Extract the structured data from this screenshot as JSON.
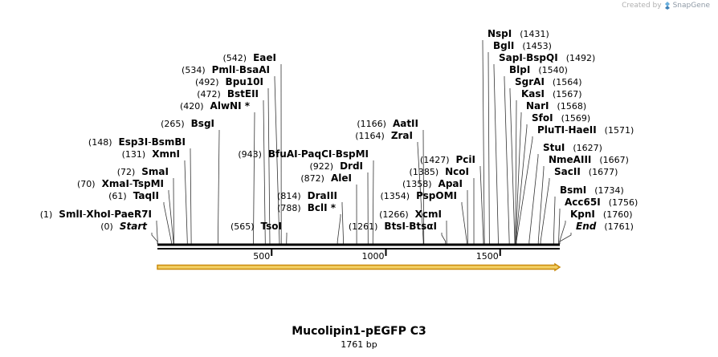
{
  "header": {
    "credit_prefix": "Created by",
    "credit_brand": "SnapGene"
  },
  "map": {
    "title": "Mucolipin1-pEGFP C3",
    "length_label": "1761 bp",
    "total_bp": 1761,
    "ticks": [
      {
        "bp": 500,
        "label": "500"
      },
      {
        "bp": 1000,
        "label": "1000"
      },
      {
        "bp": 1500,
        "label": "1500"
      }
    ],
    "sites": [
      {
        "pos": "(0)",
        "bp": 0,
        "names": [
          "Start"
        ],
        "italic": true
      },
      {
        "pos": "(1)",
        "bp": 1,
        "names": [
          "SmlI",
          "XhoI",
          "PaeR7I"
        ]
      },
      {
        "pos": "(61)",
        "bp": 61,
        "names": [
          "TaqII"
        ]
      },
      {
        "pos": "(70)",
        "bp": 70,
        "names": [
          "XmaI",
          "TspMI"
        ]
      },
      {
        "pos": "(72)",
        "bp": 72,
        "names": [
          "SmaI"
        ]
      },
      {
        "pos": "(131)",
        "bp": 131,
        "names": [
          "XmnI"
        ]
      },
      {
        "pos": "(148)",
        "bp": 148,
        "names": [
          "Esp3I",
          "BsmBI"
        ]
      },
      {
        "pos": "(265)",
        "bp": 265,
        "names": [
          "BsgI"
        ]
      },
      {
        "pos": "(420)",
        "bp": 420,
        "names": [
          "AlwNI *"
        ]
      },
      {
        "pos": "(472)",
        "bp": 472,
        "names": [
          "BstEII"
        ]
      },
      {
        "pos": "(492)",
        "bp": 492,
        "names": [
          "Bpu10I"
        ]
      },
      {
        "pos": "(534)",
        "bp": 534,
        "names": [
          "PmlI",
          "BsaAI"
        ]
      },
      {
        "pos": "(542)",
        "bp": 542,
        "names": [
          "EaeI"
        ]
      },
      {
        "pos": "(565)",
        "bp": 565,
        "names": [
          "TsoI"
        ]
      },
      {
        "pos": "(788)",
        "bp": 788,
        "names": [
          "BclI *"
        ]
      },
      {
        "pos": "(814)",
        "bp": 814,
        "names": [
          "DraIII"
        ]
      },
      {
        "pos": "(872)",
        "bp": 872,
        "names": [
          "AleI"
        ]
      },
      {
        "pos": "(922)",
        "bp": 922,
        "names": [
          "DrdI"
        ]
      },
      {
        "pos": "(943)",
        "bp": 943,
        "names": [
          "BfuAI",
          "PaqCI",
          "BspMI"
        ]
      },
      {
        "pos": "(1164)",
        "bp": 1164,
        "names": [
          "ZraI"
        ]
      },
      {
        "pos": "(1166)",
        "bp": 1166,
        "names": [
          "AatII"
        ]
      },
      {
        "pos": "(1261)",
        "bp": 1261,
        "names": [
          "BtsI",
          "BtsαI"
        ]
      },
      {
        "pos": "(1266)",
        "bp": 1266,
        "names": [
          "XcmI"
        ]
      },
      {
        "pos": "(1354)",
        "bp": 1354,
        "names": [
          "PspOMI"
        ]
      },
      {
        "pos": "(1358)",
        "bp": 1358,
        "names": [
          "ApaI"
        ]
      },
      {
        "pos": "(1385)",
        "bp": 1385,
        "names": [
          "NcoI"
        ]
      },
      {
        "pos": "(1427)",
        "bp": 1427,
        "names": [
          "PciI"
        ]
      },
      {
        "pos": "(1431)",
        "bp": 1431,
        "names": [
          "NspI"
        ]
      },
      {
        "pos": "(1453)",
        "bp": 1453,
        "names": [
          "BglI"
        ]
      },
      {
        "pos": "(1492)",
        "bp": 1492,
        "names": [
          "SapI",
          "BspQI"
        ]
      },
      {
        "pos": "(1540)",
        "bp": 1540,
        "names": [
          "BlpI"
        ]
      },
      {
        "pos": "(1564)",
        "bp": 1564,
        "names": [
          "SgrAI"
        ]
      },
      {
        "pos": "(1567)",
        "bp": 1567,
        "names": [
          "KasI"
        ]
      },
      {
        "pos": "(1568)",
        "bp": 1568,
        "names": [
          "NarI"
        ]
      },
      {
        "pos": "(1569)",
        "bp": 1569,
        "names": [
          "SfoI"
        ]
      },
      {
        "pos": "(1571)",
        "bp": 1571,
        "names": [
          "PluTI",
          "HaeII"
        ]
      },
      {
        "pos": "(1627)",
        "bp": 1627,
        "names": [
          "StuI"
        ]
      },
      {
        "pos": "(1667)",
        "bp": 1667,
        "names": [
          "NmeAIII"
        ]
      },
      {
        "pos": "(1677)",
        "bp": 1677,
        "names": [
          "SacII"
        ]
      },
      {
        "pos": "(1734)",
        "bp": 1734,
        "names": [
          "BsmI"
        ]
      },
      {
        "pos": "(1756)",
        "bp": 1756,
        "names": [
          "Acc65I"
        ]
      },
      {
        "pos": "(1760)",
        "bp": 1760,
        "names": [
          "KpnI"
        ]
      },
      {
        "pos": "(1761)",
        "bp": 1761,
        "names": [
          "End"
        ],
        "italic": true
      }
    ],
    "colors": {
      "line": "#000000",
      "arrow_fill": "#f2cf63",
      "arrow_stroke": "#c98a0c",
      "text": "#000000",
      "pos_text": "#000000"
    }
  }
}
